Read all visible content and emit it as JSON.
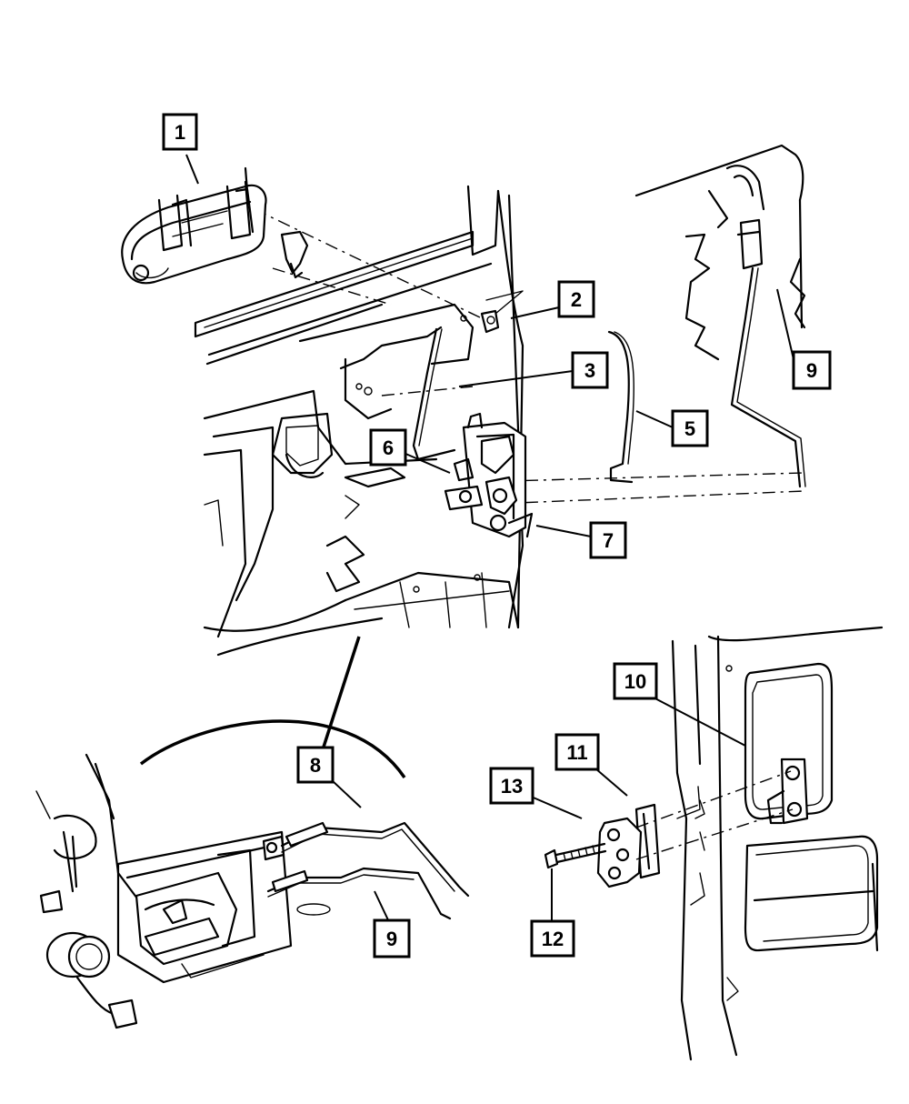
{
  "diagram": {
    "type": "exploded-parts-view",
    "callouts": [
      {
        "id": "c1",
        "label": "1"
      },
      {
        "id": "c2",
        "label": "2"
      },
      {
        "id": "c3",
        "label": "3"
      },
      {
        "id": "c5",
        "label": "5"
      },
      {
        "id": "c6",
        "label": "6"
      },
      {
        "id": "c7",
        "label": "7"
      },
      {
        "id": "c8",
        "label": "8"
      },
      {
        "id": "c9a",
        "label": "9"
      },
      {
        "id": "c9b",
        "label": "9"
      },
      {
        "id": "c10",
        "label": "10"
      },
      {
        "id": "c11",
        "label": "11"
      },
      {
        "id": "c12",
        "label": "12"
      },
      {
        "id": "c13",
        "label": "13"
      }
    ]
  },
  "colors": {
    "line": "#000000",
    "background": "#ffffff"
  }
}
